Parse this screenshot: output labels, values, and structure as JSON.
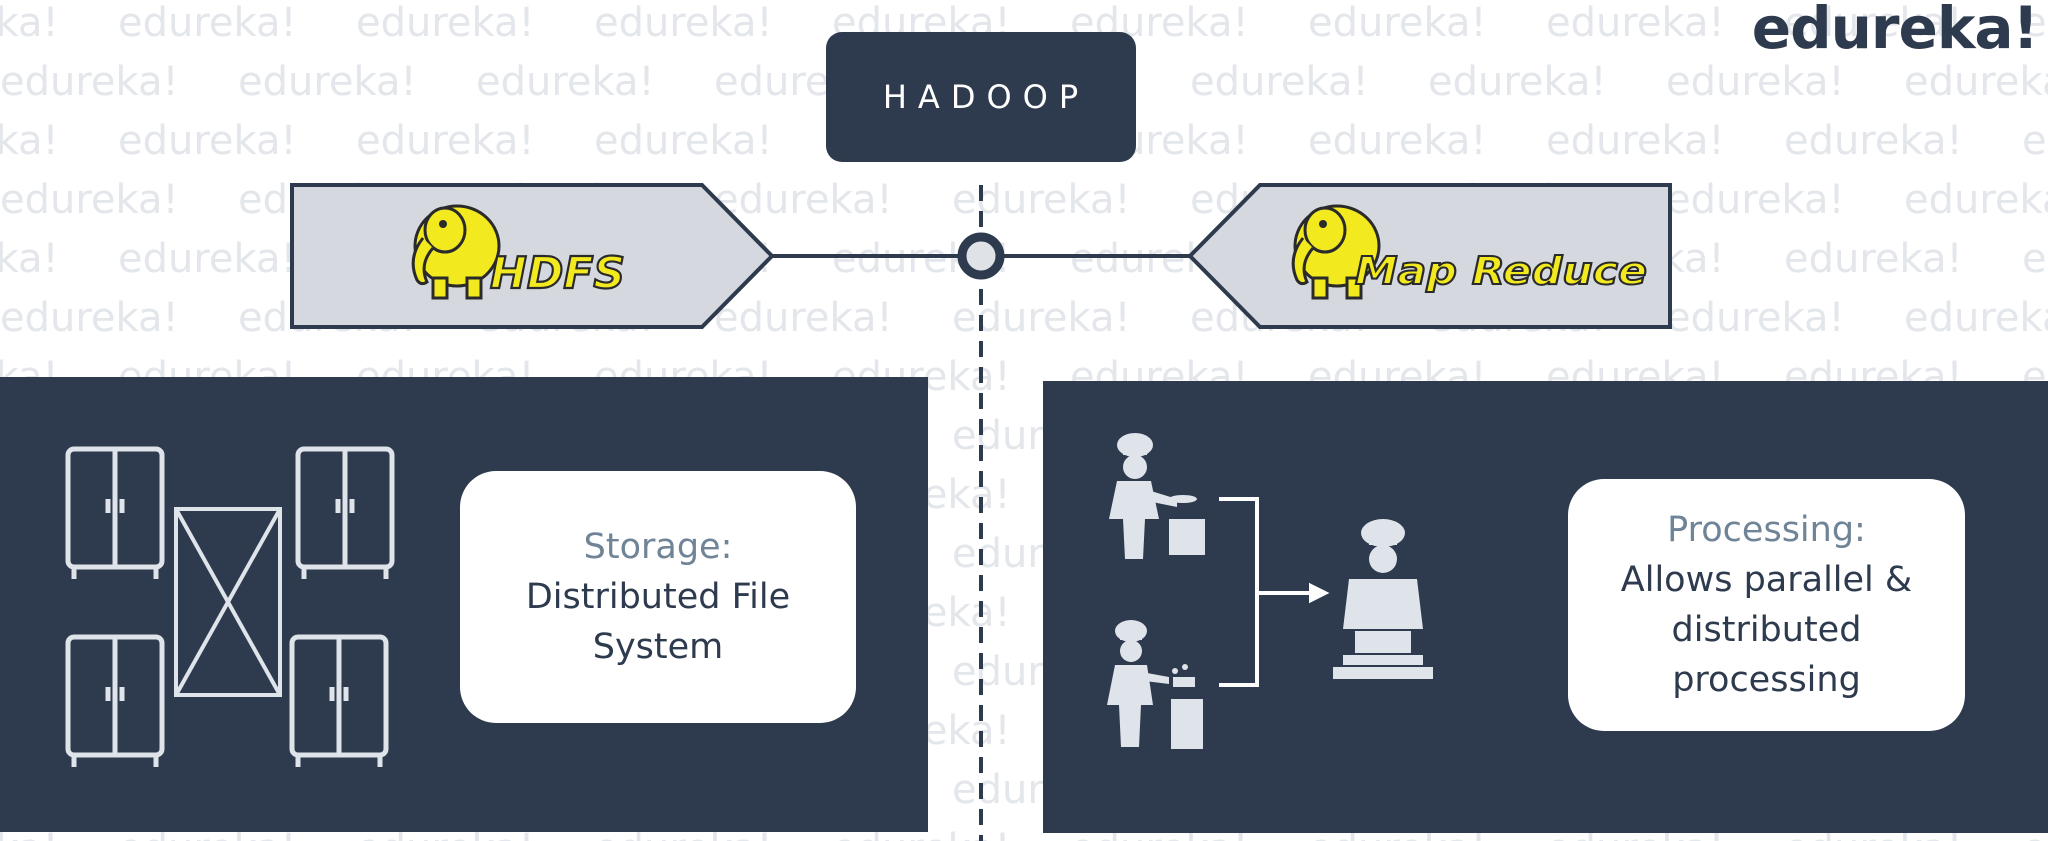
{
  "brand": "edureka!",
  "watermark_text": "edureka!",
  "center": {
    "title": "HADOOP"
  },
  "left": {
    "logo_text": "HDFS",
    "card_heading": "Storage:",
    "card_lines": [
      "Distributed File",
      "System"
    ]
  },
  "right": {
    "logo_text": "Map Reduce",
    "card_heading": "Processing:",
    "card_lines": [
      "Allows parallel &",
      "distributed",
      "processing"
    ]
  },
  "colors": {
    "navy": "#2e3a4d",
    "tag_fill": "#d5d9df",
    "logo_yellow": "#f2ea1e",
    "heading_gray": "#6f8496",
    "watermark": "#e3e6ea"
  },
  "icons": {
    "logo": "elephant-icon",
    "storage": "cabinet-icon",
    "chef": "chef-icon"
  }
}
